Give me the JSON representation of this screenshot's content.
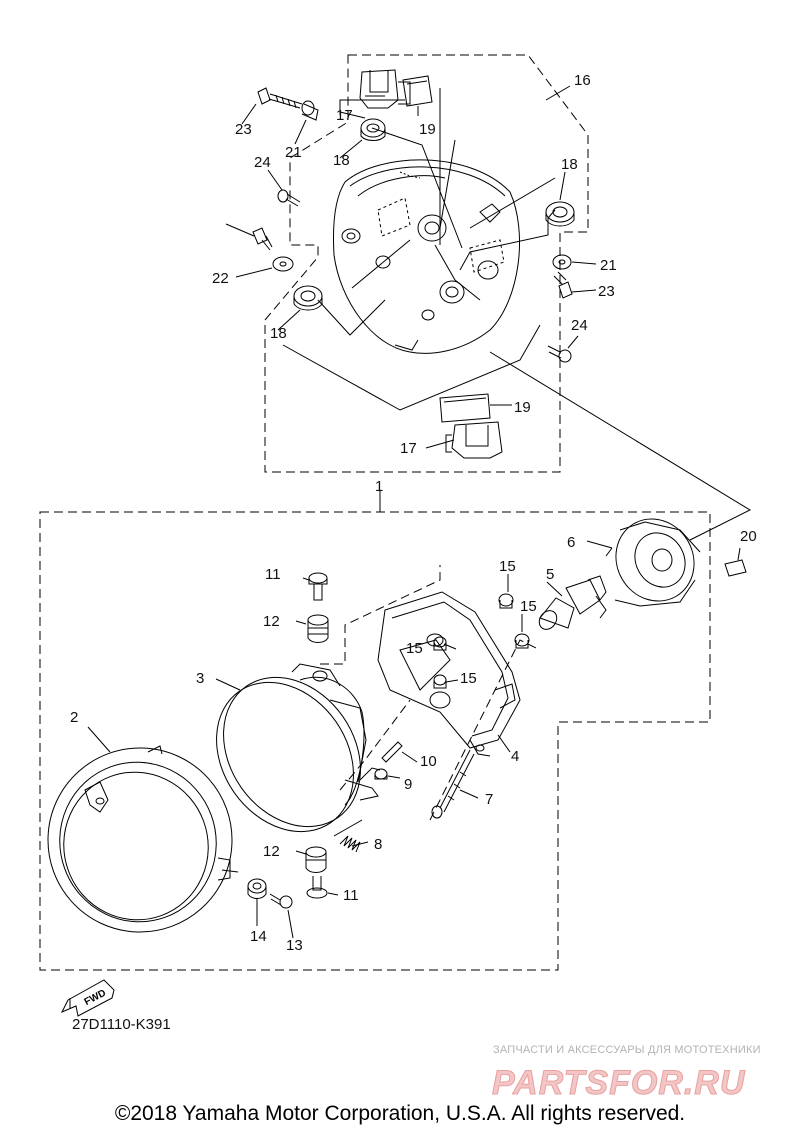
{
  "diagram_code": "27D1110-K391",
  "fwd_label": "FWD",
  "watermark": {
    "subtitle": "ЗАПЧАСТИ И АКСЕССУАРЫ ДЛЯ МОТОТЕХНИКИ",
    "logo_text": "PARTSFOR.RU"
  },
  "copyright": "©2018 Yamaha Motor Corporation, U.S.A. All rights reserved.",
  "callouts": [
    "1",
    "2",
    "3",
    "4",
    "5",
    "6",
    "7",
    "8",
    "9",
    "10",
    "11",
    "11",
    "12",
    "12",
    "13",
    "14",
    "15",
    "15",
    "15",
    "15",
    "16",
    "17",
    "17",
    "18",
    "18",
    "18",
    "19",
    "19",
    "20",
    "21",
    "21",
    "22",
    "23",
    "23",
    "24",
    "24"
  ]
}
